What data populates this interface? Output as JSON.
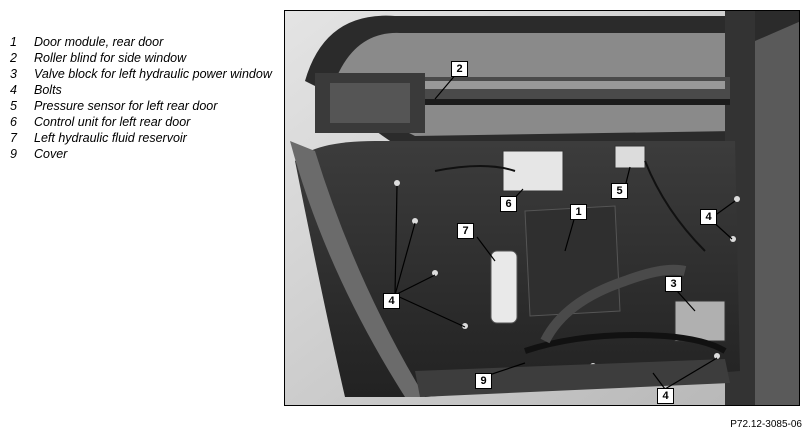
{
  "legend": [
    {
      "num": "1",
      "text": "Door module, rear door"
    },
    {
      "num": "2",
      "text": "Roller blind for side window"
    },
    {
      "num": "3",
      "text": "Valve block for left hydraulic power window"
    },
    {
      "num": "4",
      "text": "Bolts"
    },
    {
      "num": "5",
      "text": "Pressure sensor for left rear door"
    },
    {
      "num": "6",
      "text": "Control unit for left rear door"
    },
    {
      "num": "7",
      "text": "Left hydraulic fluid reservoir"
    },
    {
      "num": "9",
      "text": "Cover"
    }
  ],
  "callouts": {
    "c1": "1",
    "c2": "2",
    "c3": "3",
    "c4a": "4",
    "c4b": "4",
    "c4c": "4",
    "c5": "5",
    "c6": "6",
    "c7": "7",
    "c9": "9"
  },
  "figure_ref": "P72.12-3085-06",
  "colors": {
    "photo_dark": "#2a2a2a",
    "photo_light": "#cfcfcf"
  }
}
